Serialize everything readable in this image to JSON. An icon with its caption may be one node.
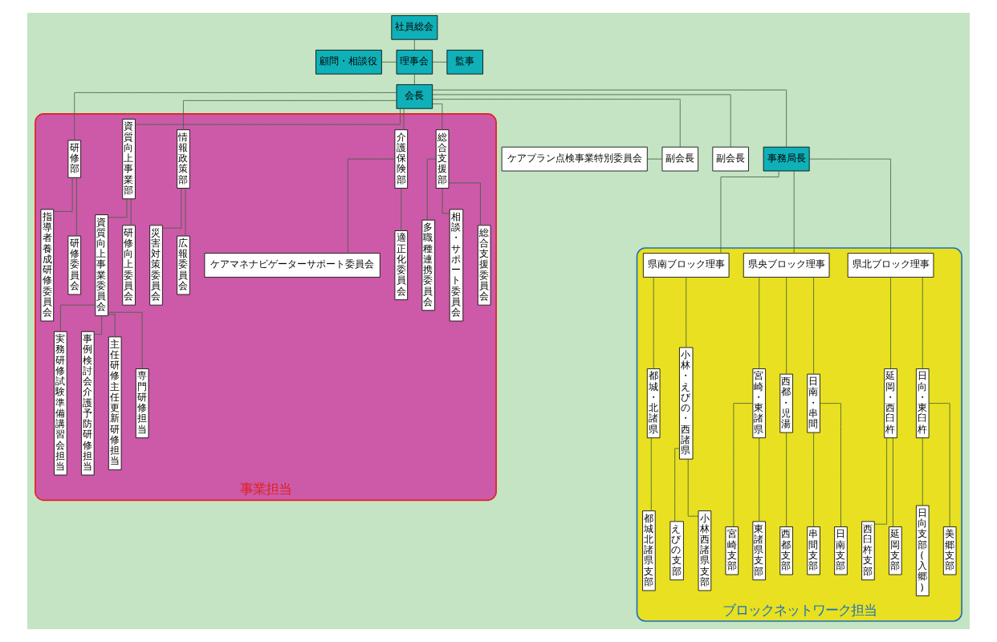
{
  "diagram": {
    "nodes": [
      {
        "text": [
          "社員総会"
        ]
      },
      {
        "text": [
          "顧問・相談役"
        ]
      },
      {
        "text": [
          "理事会"
        ]
      },
      {
        "text": [
          "監事"
        ]
      },
      {
        "text": [
          "会長"
        ]
      },
      {
        "text": [
          "ケアプラン点検事業特別委員会"
        ]
      },
      {
        "text": [
          "副会長"
        ]
      },
      {
        "text": [
          "副会長"
        ]
      },
      {
        "text": [
          "事務局長"
        ]
      },
      {
        "text": [
          "事業担当"
        ]
      },
      {
        "text": [
          "総合支援部"
        ],
        "in": 9
      },
      {
        "text": [
          "介護保険部"
        ],
        "in": 9
      },
      {
        "text": [
          "情報政策部"
        ],
        "in": 9
      },
      {
        "text": [
          "資質向上事業部"
        ],
        "in": 9
      },
      {
        "text": [
          "研修部"
        ],
        "in": 9
      },
      {
        "text": [
          "多職種連携委員会"
        ],
        "in": 9
      },
      {
        "text": [
          "相談・サポート委員会"
        ],
        "in": 9
      },
      {
        "text": [
          "総合支援委員会"
        ],
        "in": 9
      },
      {
        "text": [
          "ケアマネナビゲーターサポート委員会"
        ],
        "in": 9
      },
      {
        "text": [
          "適正化委員会"
        ],
        "in": 9
      },
      {
        "text": [
          "災害対策委員会"
        ],
        "in": 9
      },
      {
        "text": [
          "広報委員会"
        ],
        "in": 9
      },
      {
        "text": [
          "実務研修試験準備講習会担当"
        ],
        "in": 9
      },
      {
        "text": [
          "事例検討会介護予防研修担当"
        ],
        "in": 9
      },
      {
        "text": [
          "主任研修主任更新研修担当"
        ],
        "in": 9
      },
      {
        "text": [
          "専門研修担当"
        ],
        "in": 9
      },
      {
        "text": [
          "資質向上事業委員会"
        ],
        "in": 9
      },
      {
        "text": [
          "研修向上委員会"
        ],
        "in": 9
      },
      {
        "text": [
          "指導者養成研修委員会"
        ],
        "in": 9
      },
      {
        "text": [
          "研修委員会"
        ],
        "in": 9
      },
      {
        "text": [
          "ブロックネットワーク担当"
        ]
      },
      {
        "text": [
          "県北ブロック理事"
        ],
        "in": 30
      },
      {
        "text": [
          "県央ブロック理事"
        ],
        "in": 30
      },
      {
        "text": [
          "県南ブロック理事"
        ],
        "in": 30
      },
      {
        "text": [
          "延岡・西臼杵"
        ],
        "in": 30
      },
      {
        "text": [
          "日向・東臼杵"
        ],
        "in": 30
      },
      {
        "text": [
          "宮崎・東諸県"
        ],
        "in": 30
      },
      {
        "text": [
          "西都・児湯"
        ],
        "in": 30
      },
      {
        "text": [
          "日南・串間"
        ],
        "in": 30
      },
      {
        "text": [
          "都城・北諸県"
        ],
        "in": 30
      },
      {
        "text": [
          "小林・えびの・西諸県"
        ],
        "in": 30
      },
      {
        "text": [
          "西臼杵支部"
        ],
        "in": 30
      },
      {
        "text": [
          "延岡支部"
        ],
        "in": 30
      },
      {
        "text": [
          "日向支部(入郷)"
        ],
        "in": 30
      },
      {
        "text": [
          "美郷支部"
        ],
        "in": 30
      },
      {
        "text": [
          "宮崎支部"
        ],
        "in": 30
      },
      {
        "text": [
          "東諸県支部"
        ],
        "in": 30
      },
      {
        "text": [
          "西都支部"
        ],
        "in": 30
      },
      {
        "text": [
          "串間支部"
        ],
        "in": 30
      },
      {
        "text": [
          "日南支部"
        ],
        "in": 30
      },
      {
        "text": [
          "都城北諸県支部"
        ],
        "in": 30
      },
      {
        "text": [
          "えびの支部"
        ],
        "in": 30
      },
      {
        "text": [
          "小林西諸県支部"
        ],
        "in": 30
      }
    ],
    "edges": [
      {
        "from": 0,
        "to": 2,
        "arrow": "none"
      },
      {
        "from": 1,
        "to": 2,
        "arrow": "none"
      },
      {
        "from": 2,
        "to": 3,
        "arrow": "none"
      },
      {
        "from": 2,
        "to": 4,
        "arrow": "none"
      },
      {
        "from": 4,
        "to": 6,
        "arrow": "none"
      },
      {
        "from": 4,
        "to": 7,
        "arrow": "none"
      },
      {
        "from": 5,
        "to": 6,
        "arrow": "none"
      },
      {
        "from": 4,
        "to": 8,
        "arrow": "none"
      },
      {
        "from": 4,
        "to": 10,
        "arrow": "none"
      },
      {
        "from": 4,
        "to": 11,
        "arrow": "none"
      },
      {
        "from": 4,
        "to": 12,
        "arrow": "none"
      },
      {
        "from": 4,
        "to": 13,
        "arrow": "none"
      },
      {
        "from": 4,
        "to": 14,
        "arrow": "none"
      },
      {
        "from": 10,
        "to": 15,
        "arrow": "none"
      },
      {
        "from": 10,
        "to": 16,
        "arrow": "none"
      },
      {
        "from": 10,
        "to": 17,
        "arrow": "none"
      },
      {
        "from": 11,
        "to": 18,
        "arrow": "none"
      },
      {
        "from": 11,
        "to": 19,
        "arrow": "none"
      },
      {
        "from": 12,
        "to": 20,
        "arrow": "none"
      },
      {
        "from": 12,
        "to": 21,
        "arrow": "none"
      },
      {
        "from": 13,
        "to": 26,
        "arrow": "none"
      },
      {
        "from": 13,
        "to": 27,
        "arrow": "none"
      },
      {
        "from": 26,
        "to": 22,
        "arrow": "none"
      },
      {
        "from": 26,
        "to": 23,
        "arrow": "none"
      },
      {
        "from": 26,
        "to": 24,
        "arrow": "none"
      },
      {
        "from": 26,
        "to": 25,
        "arrow": "none"
      },
      {
        "from": 14,
        "to": 28,
        "arrow": "none"
      },
      {
        "from": 14,
        "to": 29,
        "arrow": "none"
      },
      {
        "from": 8,
        "to": 31,
        "arrow": "none"
      },
      {
        "from": 8,
        "to": 32,
        "arrow": "none"
      },
      {
        "from": 8,
        "to": 33,
        "arrow": "none"
      },
      {
        "from": 31,
        "to": 34,
        "arrow": "none"
      },
      {
        "from": 31,
        "to": 35,
        "arrow": "none"
      },
      {
        "from": 32,
        "to": 36,
        "arrow": "none"
      },
      {
        "from": 32,
        "to": 37,
        "arrow": "none"
      },
      {
        "from": 32,
        "to": 38,
        "arrow": "none"
      },
      {
        "from": 33,
        "to": 39,
        "arrow": "none"
      },
      {
        "from": 33,
        "to": 40,
        "arrow": "none"
      },
      {
        "from": 34,
        "to": 41,
        "arrow": "none"
      },
      {
        "from": 34,
        "to": 42,
        "arrow": "none"
      },
      {
        "from": 35,
        "to": 43,
        "arrow": "none"
      },
      {
        "from": 35,
        "to": 44,
        "arrow": "none"
      },
      {
        "from": 36,
        "to": 45,
        "arrow": "none"
      },
      {
        "from": 36,
        "to": 46,
        "arrow": "none"
      },
      {
        "from": 37,
        "to": 47,
        "arrow": "none"
      },
      {
        "from": 38,
        "to": 48,
        "arrow": "none"
      },
      {
        "from": 38,
        "to": 49,
        "arrow": "none"
      },
      {
        "from": 39,
        "to": 50,
        "arrow": "none"
      },
      {
        "from": 40,
        "to": 51,
        "arrow": "none"
      },
      {
        "from": 40,
        "to": 52,
        "arrow": "none"
      }
    ]
  }
}
